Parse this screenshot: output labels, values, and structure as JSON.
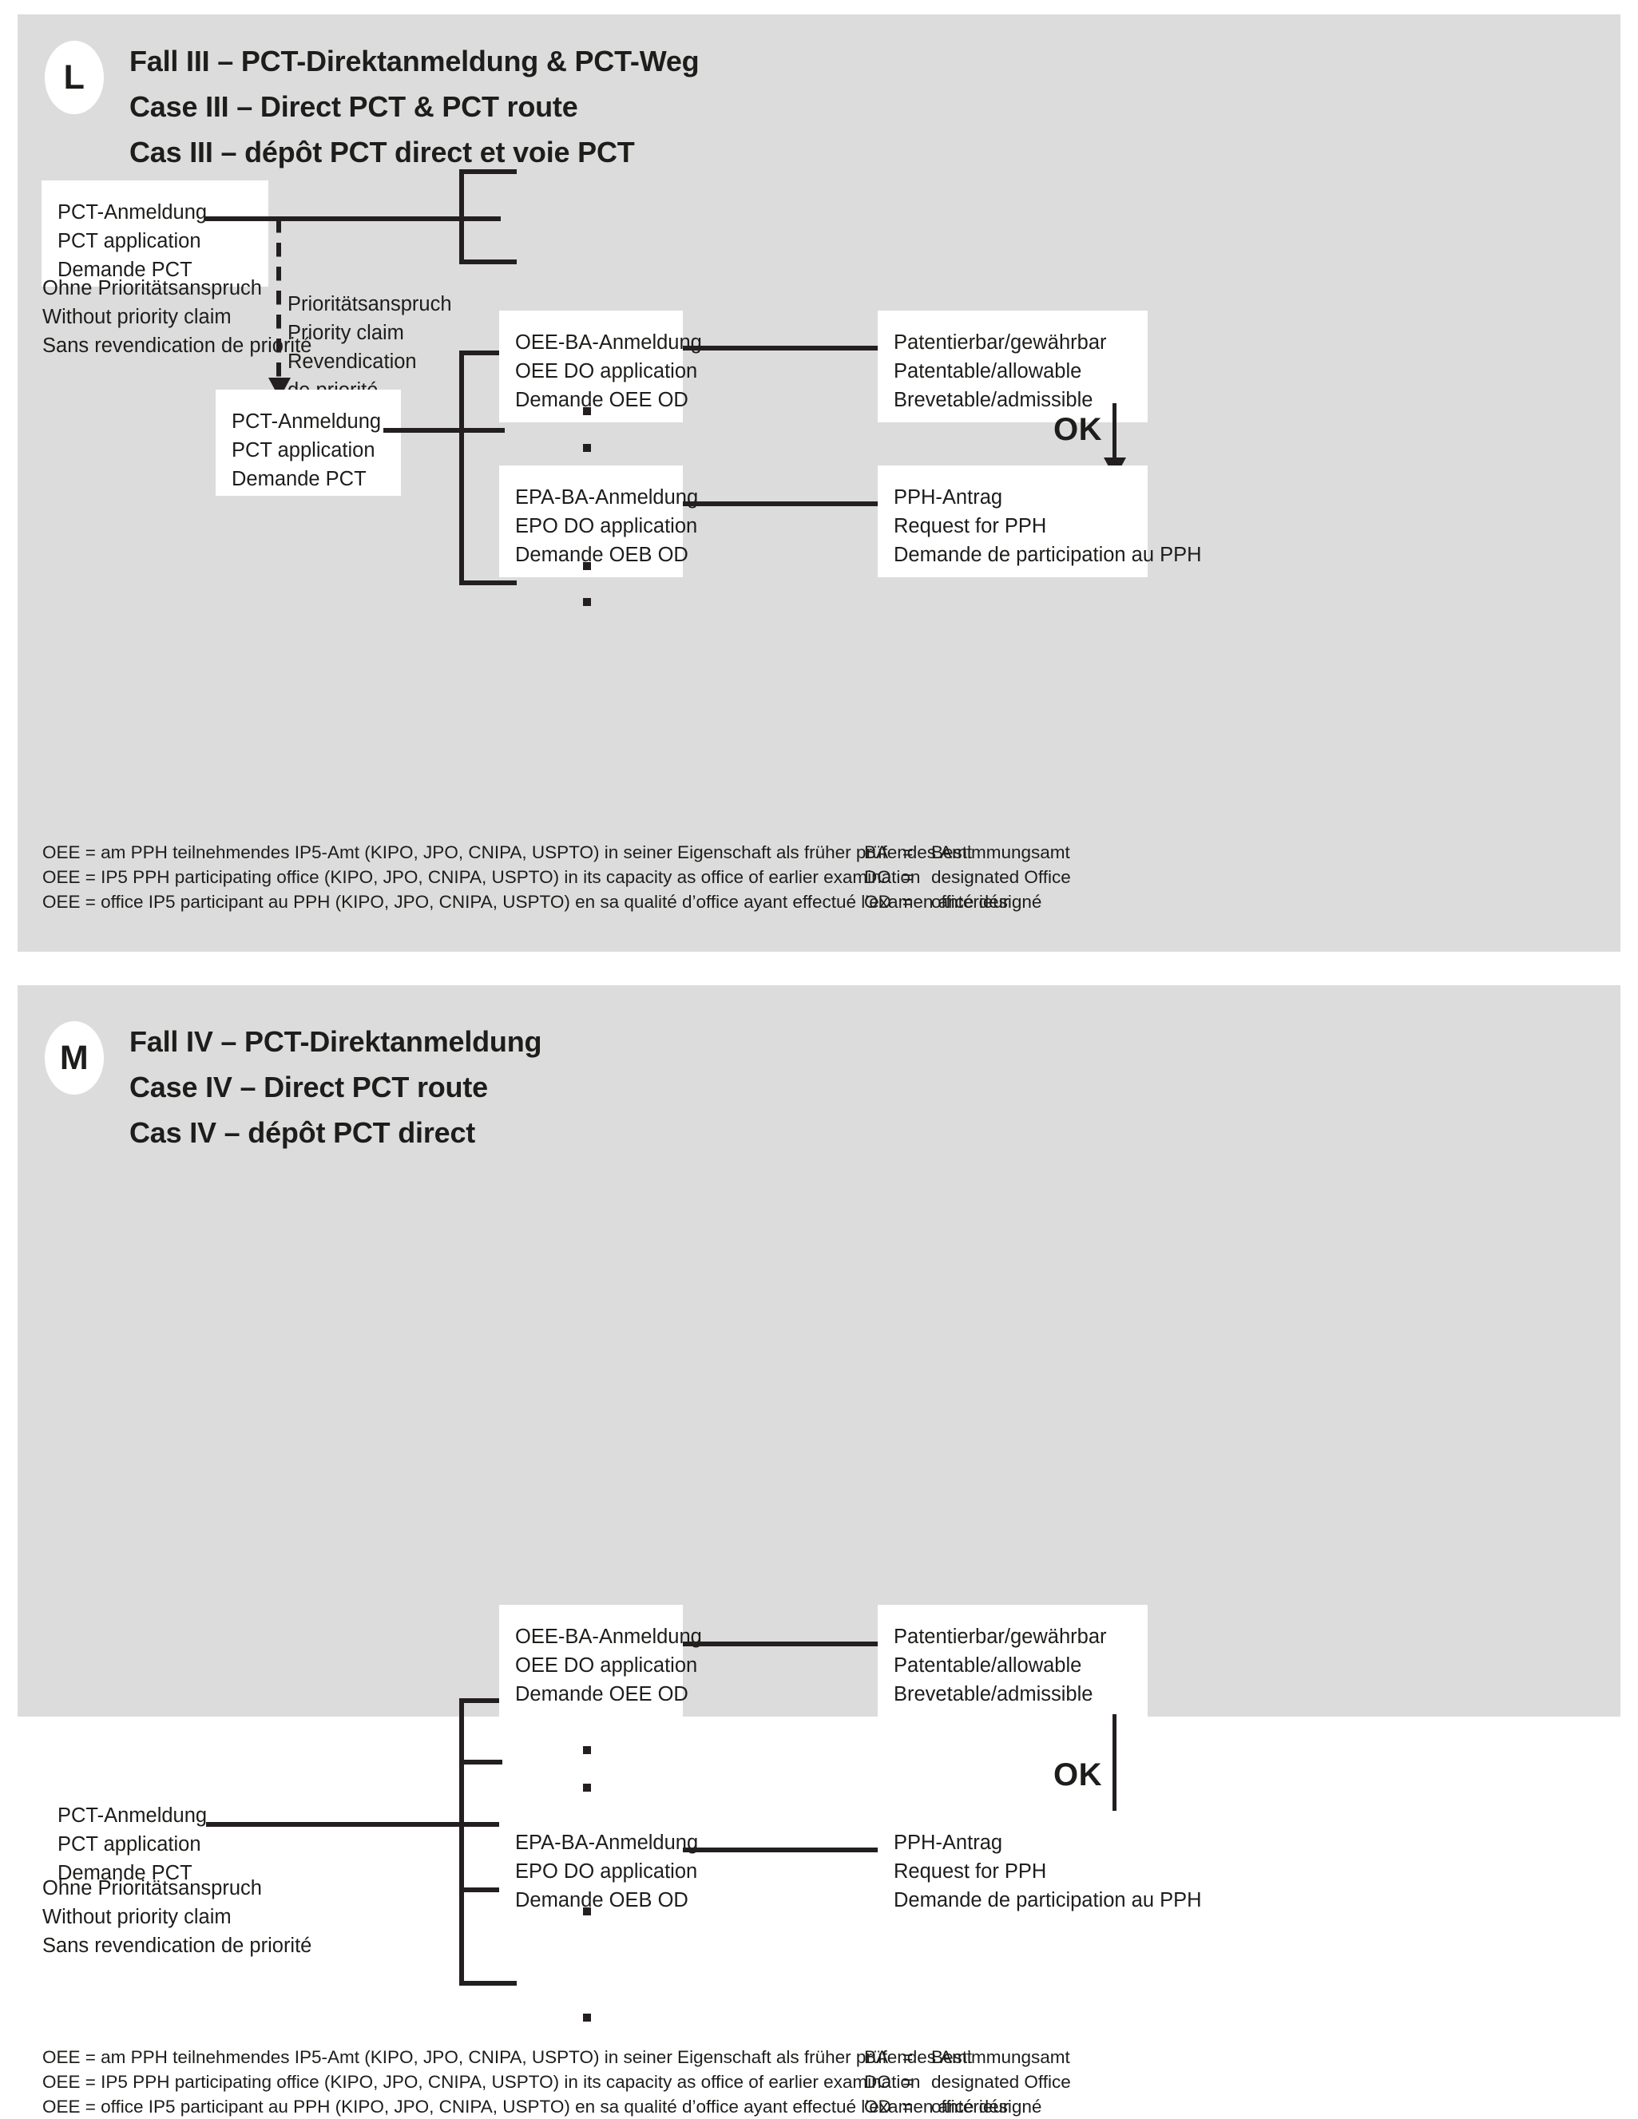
{
  "panels": [
    {
      "badge": "L",
      "title_de": "Fall III – PCT-Direktanmeldung & PCT-Weg",
      "title_en": "Case III – Direct PCT & PCT route",
      "title_fr": "Cas III – dépôt PCT direct et voie PCT",
      "boxes": {
        "pct_top": {
          "de": "PCT-Anmeldung",
          "en": "PCT application",
          "fr": "Demande PCT"
        },
        "pct_mid": {
          "de": "PCT-Anmeldung",
          "en": "PCT application",
          "fr": "Demande PCT"
        },
        "oee": {
          "de": "OEE-BA-Anmeldung",
          "en": "OEE DO application",
          "fr": "Demande OEE OD"
        },
        "epa": {
          "de": "EPA-BA-Anmeldung",
          "en": "EPO DO application",
          "fr": "Demande OEB OD"
        },
        "patentable": {
          "de": "Patentierbar/gewährbar",
          "en": "Patentable/allowable",
          "fr": "Brevetable/admissible"
        },
        "pph": {
          "de": "PPH-Antrag",
          "en": "Request for PPH",
          "fr": "Demande de participation au PPH"
        }
      },
      "captions": {
        "no_priority": {
          "de": "Ohne Prioritätsanspruch",
          "en": "Without priority claim",
          "fr": "Sans revendication de priorité"
        },
        "priority": {
          "de": "Prioritätsanspruch",
          "en": "Priority claim",
          "fr1": "Revendication",
          "fr2": "de priorité"
        }
      },
      "ok_label": "OK",
      "footnotes": {
        "oee_de": "OEE = am PPH teilnehmendes IP5-Amt (KIPO, JPO, CNIPA, USPTO) in seiner Eigenschaft als früher prüfendes Amt",
        "oee_en": "OEE = IP5 PPH participating office (KIPO, JPO, CNIPA, USPTO) in its capacity as office of earlier examination",
        "oee_fr": "OEE = office IP5 participant au PPH (KIPO, JPO, CNIPA, USPTO) en sa qualité d’office ayant effectué l’examen antérieur",
        "abbr": [
          {
            "key": "BA",
            "eq": "=",
            "val": "Bestimmungsamt"
          },
          {
            "key": "DO",
            "eq": "=",
            "val": "designated Office"
          },
          {
            "key": "OD",
            "eq": "=",
            "val": "office désigné"
          }
        ]
      }
    },
    {
      "badge": "M",
      "title_de": "Fall IV – PCT-Direktanmeldung",
      "title_en": "Case IV – Direct PCT route",
      "title_fr": "Cas IV – dépôt PCT direct",
      "boxes": {
        "pct": {
          "de": "PCT-Anmeldung",
          "en": "PCT application",
          "fr": "Demande PCT"
        },
        "oee": {
          "de": "OEE-BA-Anmeldung",
          "en": "OEE DO application",
          "fr": "Demande OEE OD"
        },
        "epa": {
          "de": "EPA-BA-Anmeldung",
          "en": "EPO DO application",
          "fr": "Demande OEB OD"
        },
        "patentable": {
          "de": "Patentierbar/gewährbar",
          "en": "Patentable/allowable",
          "fr": "Brevetable/admissible"
        },
        "pph": {
          "de": "PPH-Antrag",
          "en": "Request for PPH",
          "fr": "Demande de participation au PPH"
        }
      },
      "captions": {
        "no_priority": {
          "de": "Ohne Prioritätsanspruch",
          "en": "Without priority claim",
          "fr": "Sans revendication de priorité"
        }
      },
      "ok_label": "OK",
      "footnotes": {
        "oee_de": "OEE = am PPH teilnehmendes IP5-Amt (KIPO, JPO, CNIPA, USPTO) in seiner Eigenschaft als früher prüfendes Amt",
        "oee_en": "OEE = IP5 PPH participating office (KIPO, JPO, CNIPA, USPTO) in its capacity as office of earlier examination",
        "oee_fr": "OEE = office IP5 participant au PPH (KIPO, JPO, CNIPA, USPTO) en sa qualité d’office ayant effectué l’examen antérieur",
        "abbr": [
          {
            "key": "BA",
            "eq": "=",
            "val": "Bestimmungsamt"
          },
          {
            "key": "DO",
            "eq": "=",
            "val": "designated Office"
          },
          {
            "key": "OD",
            "eq": "=",
            "val": "office désigné"
          }
        ]
      }
    }
  ],
  "colors": {
    "panel_background": "#dcdcdc",
    "box_fill": "#ffffff",
    "line": "#231f20",
    "text": "#1d1d1b",
    "page_background": "#ffffff"
  }
}
